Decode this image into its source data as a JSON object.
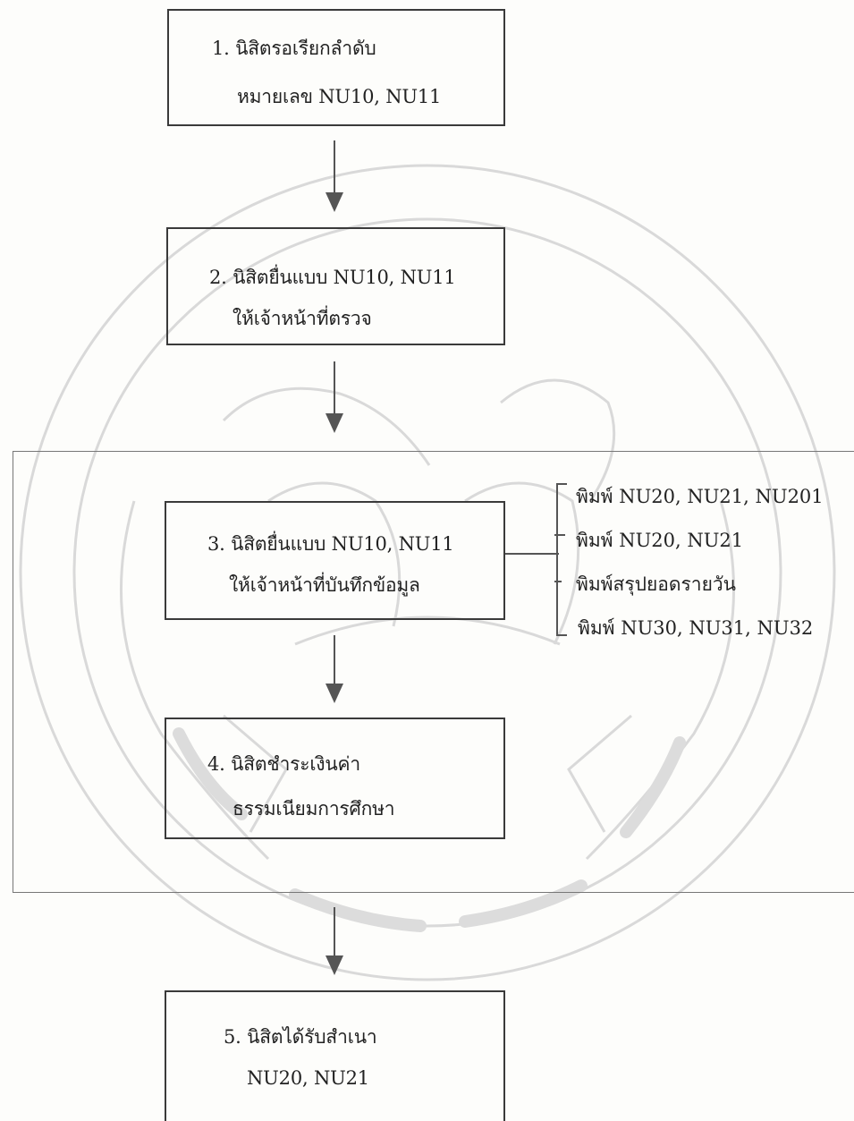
{
  "steps": [
    {
      "line1": "1. นิสิตรอเรียกลำดับ",
      "line2": "หมายเลข  NU10, NU11"
    },
    {
      "line1": "2. นิสิตยื่นแบบ NU10, NU11",
      "line2": "ให้เจ้าหน้าที่ตรวจ"
    },
    {
      "line1": "3. นิสิตยื่นแบบ NU10, NU11",
      "line2": "ให้เจ้าหน้าที่บันทึกข้อมูล"
    },
    {
      "line1": "4. นิสิตชำระเงินค่า",
      "line2": "ธรรมเนียมการศึกษา"
    },
    {
      "line1": "5. นิสิตได้รับสำเนา",
      "line2": "NU20, NU21"
    }
  ],
  "outputs": [
    "พิมพ์ NU20, NU21, NU201",
    "พิมพ์ NU20, NU21",
    "พิมพ์สรุปยอดรายวัน",
    "พิมพ์  NU30, NU31, NU32"
  ],
  "colors": {
    "line": "#3a3a3a",
    "watermark": "#d6d6d6"
  }
}
